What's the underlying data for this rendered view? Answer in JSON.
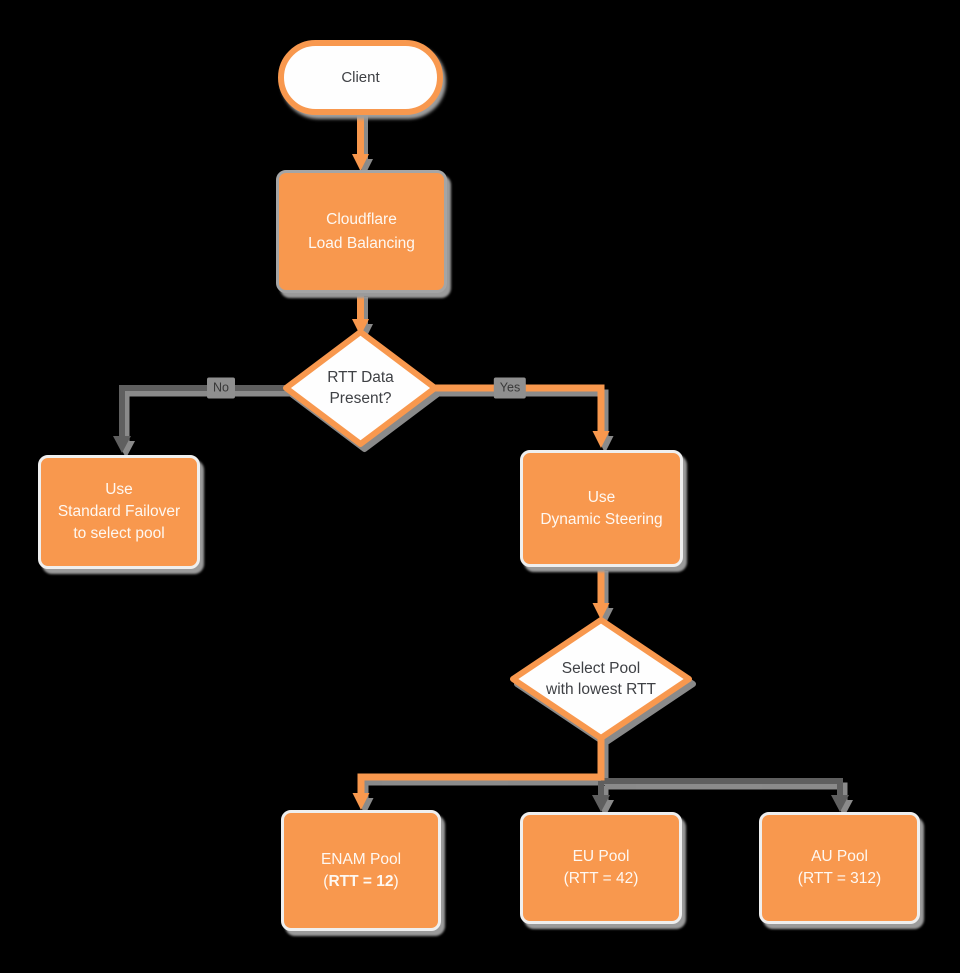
{
  "diagram_name": "Cloudflare Load Balancing flow",
  "colors": {
    "background": "#000000",
    "node_orange": "#F8984E",
    "node_white": "#FEFEFE",
    "white_text": "#FEF8F2",
    "dark_text": "#3F4145",
    "connector_gray": "#5F5F5F",
    "shadow_gray": "#9B9B9B",
    "edge_label_bg": "#8F8F8F"
  },
  "nodes": {
    "client": {
      "lines": [
        "Client"
      ]
    },
    "cloudflare_lb": {
      "lines": [
        "Cloudflare",
        "Load Balancing"
      ]
    },
    "rtt_decision": {
      "lines": [
        "RTT Data",
        "Present?"
      ]
    },
    "standard_failover": {
      "lines": [
        "Use",
        "Standard Failover",
        "to select pool"
      ]
    },
    "dynamic_steering": {
      "lines": [
        "Use",
        "Dynamic Steering"
      ]
    },
    "select_pool_decision": {
      "lines": [
        "Select Pool",
        "with lowest RTT"
      ]
    },
    "enam_pool": {
      "line1": "ENAM Pool",
      "rtt_prefix": "(",
      "rtt_bold": "RTT = 12",
      "rtt_suffix": ")"
    },
    "eu_pool": {
      "lines": [
        "EU Pool",
        "(RTT = 42)"
      ]
    },
    "au_pool": {
      "lines": [
        "AU Pool",
        "(RTT = 312)"
      ]
    }
  },
  "edge_labels": {
    "no": "No",
    "yes": "Yes"
  }
}
